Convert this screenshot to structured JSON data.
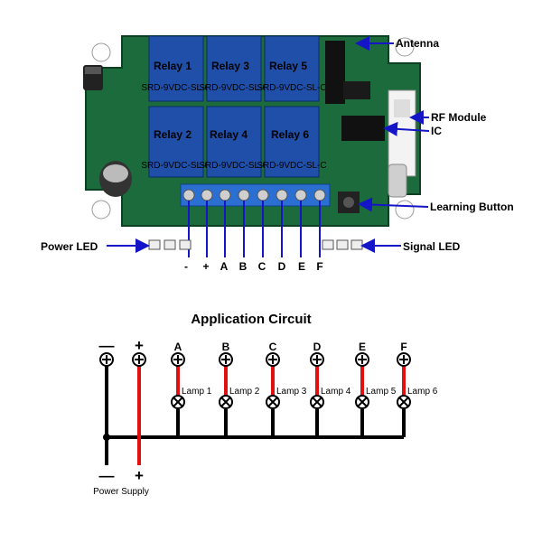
{
  "board": {
    "relays": [
      "Relay 1",
      "Relay 2",
      "Relay 3",
      "Relay 4",
      "Relay 5",
      "Relay 6"
    ],
    "terminals": [
      "-",
      "+",
      "A",
      "B",
      "C",
      "D",
      "E",
      "F"
    ],
    "relay_text": "SRD-9VDC-SL-C",
    "callouts": {
      "antenna": "Antenna",
      "rf_module": "RF Module",
      "ic": "IC",
      "learning_button": "Learning Button",
      "power_led": "Power LED",
      "signal_led": "Signal LED"
    },
    "colors": {
      "pcb": "#1c6b3c",
      "relay": "#1f4fa8",
      "terminal": "#2a6fd1",
      "arrow": "#1515c8"
    }
  },
  "circuit": {
    "title": "Application Circuit",
    "power_labels": {
      "minus": "—",
      "plus": "+"
    },
    "channels": [
      "A",
      "B",
      "C",
      "D",
      "E",
      "F"
    ],
    "lamps": [
      "Lamp 1",
      "Lamp 2",
      "Lamp 3",
      "Lamp 4",
      "Lamp 5",
      "Lamp 6"
    ],
    "bottom_minus": "—",
    "bottom_plus": "+",
    "power_supply": "Power Supply",
    "colors": {
      "positive_wire": "#e01010",
      "ground_wire": "#000000"
    }
  }
}
